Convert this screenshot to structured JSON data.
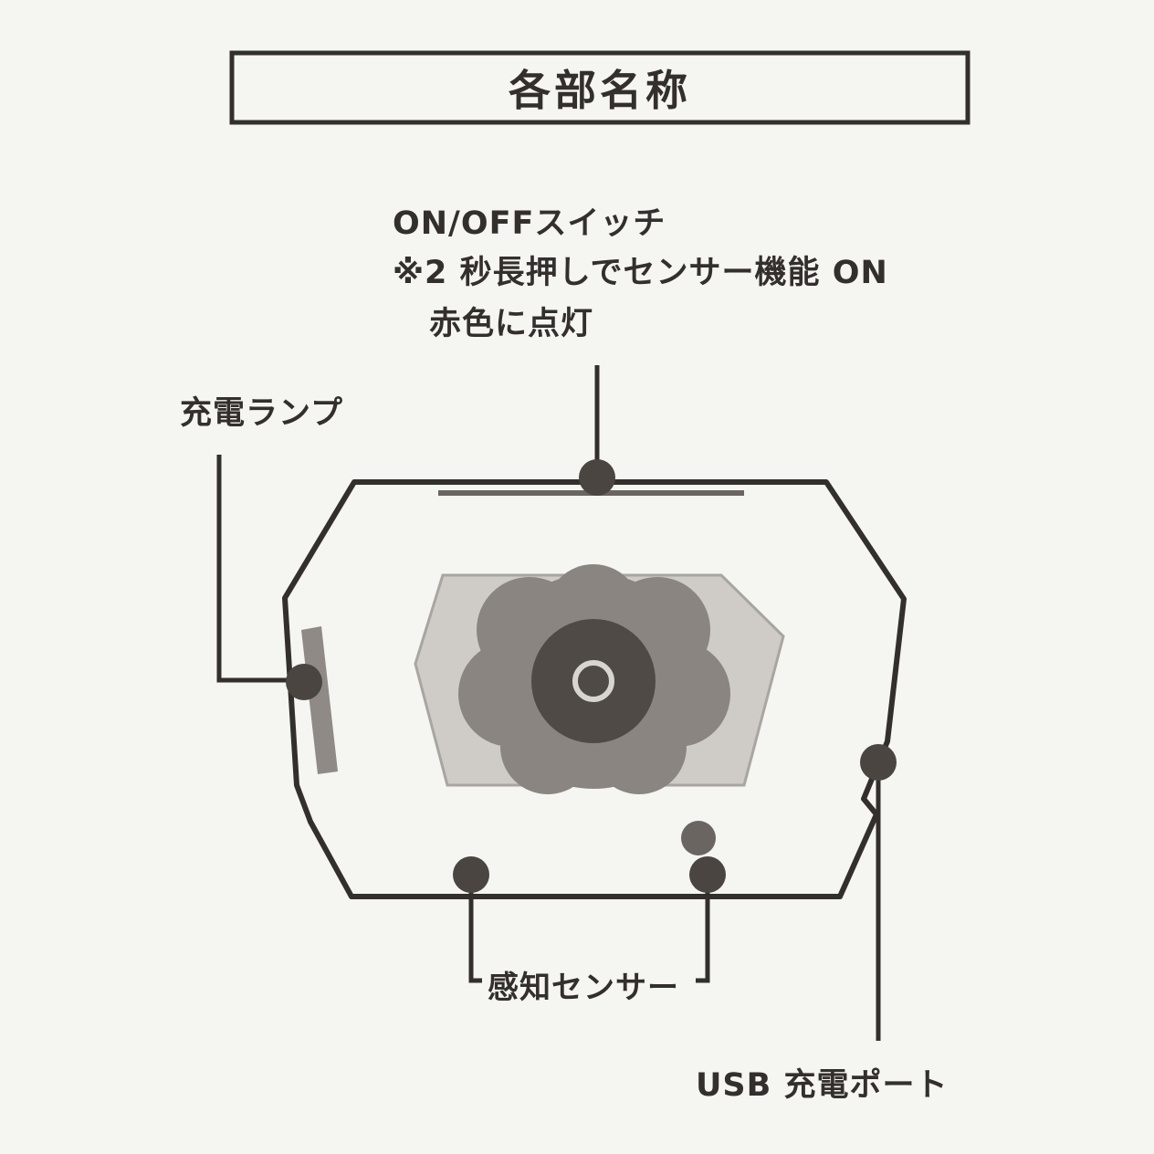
{
  "title": "各部名称",
  "labels": {
    "switch_line1": "ON/OFFスイッチ",
    "switch_line2": "※2 秒長押しでセンサー機能 ON",
    "switch_line3": "赤色に点灯",
    "charge_lamp": "充電ランプ",
    "sensor": "感知センサー",
    "usb_port": "USB 充電ポート"
  },
  "colors": {
    "ink": "#332f2c",
    "dot": "#4a4540",
    "paper": "#f5f5f2",
    "lens_outer": "#8a8580",
    "lens_inner": "#4f4a45",
    "lens_panel": "#c9c6c1"
  }
}
